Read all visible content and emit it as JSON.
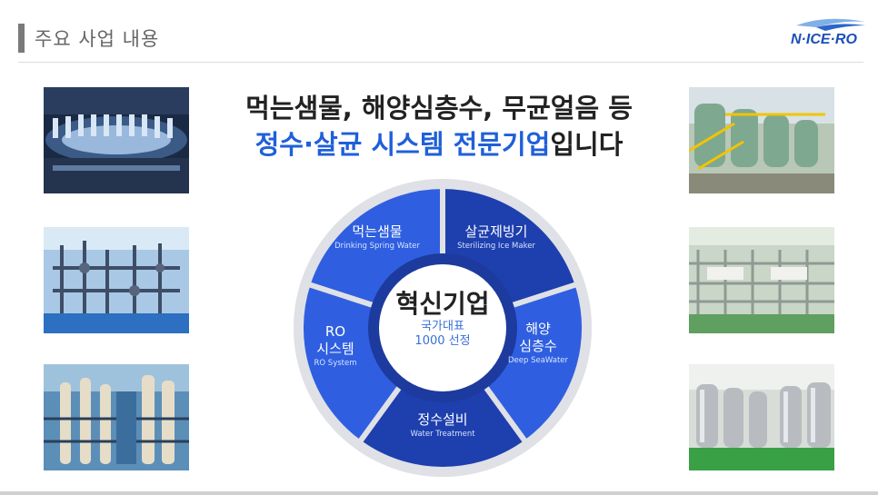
{
  "header": {
    "title": "주요 사업 내용"
  },
  "logo": {
    "text": "N·ICE·RO"
  },
  "headline": {
    "line1": "먹는샘물, 해양심층수, 무균얼음 등",
    "line2_blue": "정수·살균 시스템 전문기업",
    "line2_dark": "입니다"
  },
  "wheel": {
    "center": {
      "title": "혁신기업",
      "sub1": "국가대표",
      "sub2": "1000 선정"
    },
    "segments": [
      {
        "ko": "먹는샘물",
        "en": "Drinking Spring Water"
      },
      {
        "ko": "살균제빙기",
        "en": "Sterilizing Ice Maker"
      },
      {
        "ko": "해양",
        "ko2": "심층수",
        "en": "Deep SeaWater"
      },
      {
        "ko": "정수설비",
        "en": "Water Treatment"
      },
      {
        "ko": "RO",
        "ko2": "시스템",
        "en": "RO System"
      }
    ]
  },
  "colors": {
    "accent": "#1f5fd9",
    "segment_light": "#2f5fe0",
    "segment_dark": "#1e3fae"
  },
  "photos": [
    "bottling-machine-photo",
    "water-plant-pipes-photo",
    "ro-filter-plant-photo",
    "outdoor-tanks-photo",
    "filter-rack-photo",
    "steel-tanks-room-photo"
  ]
}
